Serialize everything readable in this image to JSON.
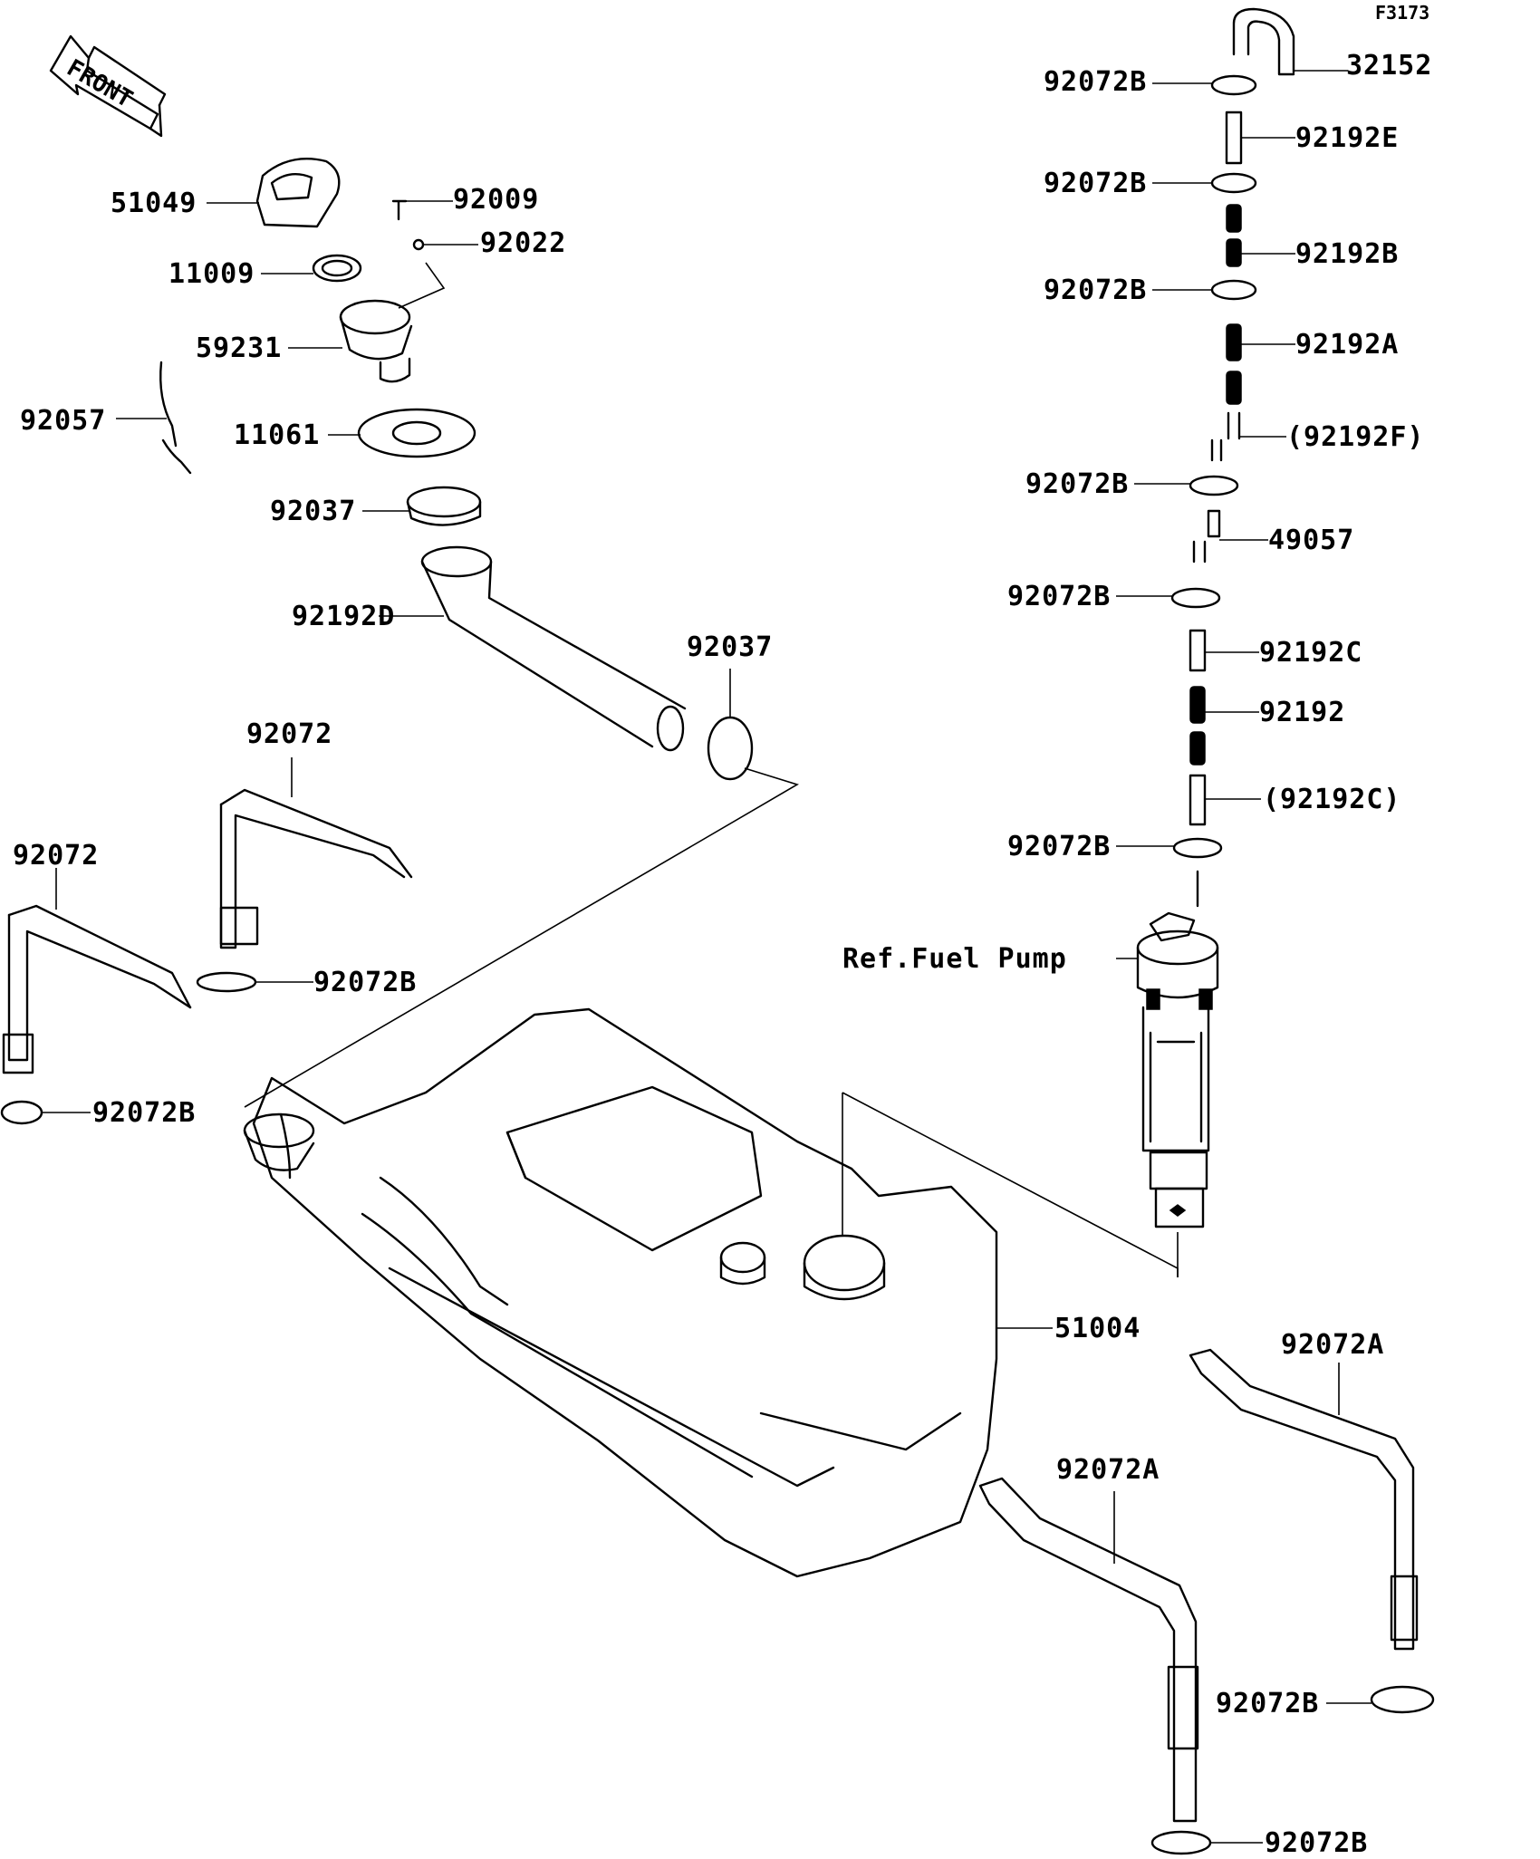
{
  "figure_code": "F3173",
  "front_label": "FRONT",
  "labels": {
    "p32152": "32152",
    "p92072B_1": "92072B",
    "p92192E": "92192E",
    "p92072B_2": "92072B",
    "p92192B": "92192B",
    "p92072B_3": "92072B",
    "p92192A": "92192A",
    "p92192F": "(92192F)",
    "p92072B_4": "92072B",
    "p49057": "49057",
    "p92072B_5": "92072B",
    "p92192C": "92192C",
    "p92192": "92192",
    "p92192C_ref": "(92192C)",
    "p92072B_6": "92072B",
    "ref_fuel_pump": "Ref.Fuel Pump",
    "p51049": "51049",
    "p92009": "92009",
    "p92022": "92022",
    "p11009": "11009",
    "p59231": "59231",
    "p92057": "92057",
    "p11061": "11061",
    "p92037_1": "92037",
    "p92192D": "92192D",
    "p92037_2": "92037",
    "p92072_1": "92072",
    "p92072_2": "92072",
    "p92072B_7": "92072B",
    "p92072B_8": "92072B",
    "p51004": "51004",
    "p92072A_1": "92072A",
    "p92072A_2": "92072A",
    "p92072B_9": "92072B",
    "p92072B_10": "92072B"
  }
}
